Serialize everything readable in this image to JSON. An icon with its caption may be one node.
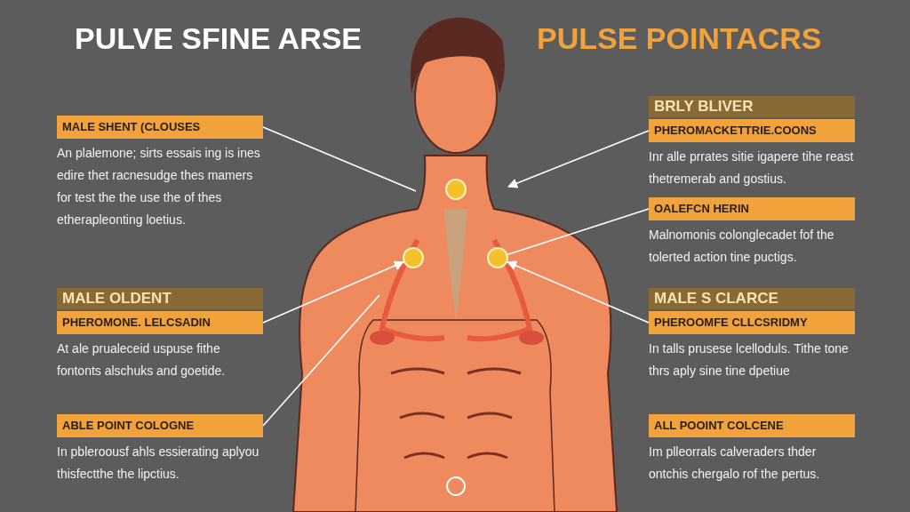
{
  "diagram": {
    "title": "PULVE SFINE ARSE",
    "nodes": [
      {
        "text": [
          "MALE SHENT (CLOUSES",
          "An plalemone; sirts essais ing is ines edire thet racnesudge thes mamers for test the the use the of thes etherapleonting loetius."
        ]
      },
      {
        "text": [
          "MALE OLDENT",
          "PHEROMONE. LELCSADIN",
          "At ale prualeceid uspuse fithe fontonts alschuks and goetide."
        ]
      },
      {
        "text": [
          "ABLE POINT COLOGNE",
          "In pbleroousf ahls essierating aplyou thisfectthe the lipctius."
        ]
      },
      {
        "text": [
          "BRLY BLIVER",
          "PHEROMACKETTRIE.COONS",
          "Inr alle prrates sitie igapere tihe reast thetremerab and gostius."
        ]
      },
      {
        "text": [
          "OALEFCN HERIN",
          "Malnomonis colonglecadet fof the tolerted action tine puctigs."
        ]
      },
      {
        "text": [
          "MALE S CLARCE",
          "PHEROOMFE CLLCSRIDMY",
          "In talls prusese lcelloduls. Tithe tone thrs aply sine tine dpetiue"
        ]
      },
      {
        "text": [
          "ALL POOINT COLCENE",
          "Im plleorrals calveraders thder ontchis chergalo rof the pertus."
        ]
      },
      {
        "text": [],
        "shape": "circle"
      },
      {
        "text": [],
        "shape": "circle"
      },
      {
        "text": [],
        "shape": "circle"
      },
      {
        "text": [],
        "shape": "circle"
      }
    ],
    "edges": [
      {
        "from": 0,
        "to": null,
        "arrow": "none"
      },
      {
        "from": 3,
        "to": null,
        "arrow": "to"
      },
      {
        "from": 4,
        "to": 9,
        "arrow": "none"
      },
      {
        "from": 5,
        "to": 9,
        "arrow": "to"
      },
      {
        "from": 1,
        "to": 8,
        "arrow": "to"
      },
      {
        "from": 2,
        "to": null,
        "arrow": "none"
      }
    ],
    "labels": [
      "PULSE POINTACRS"
    ]
  }
}
